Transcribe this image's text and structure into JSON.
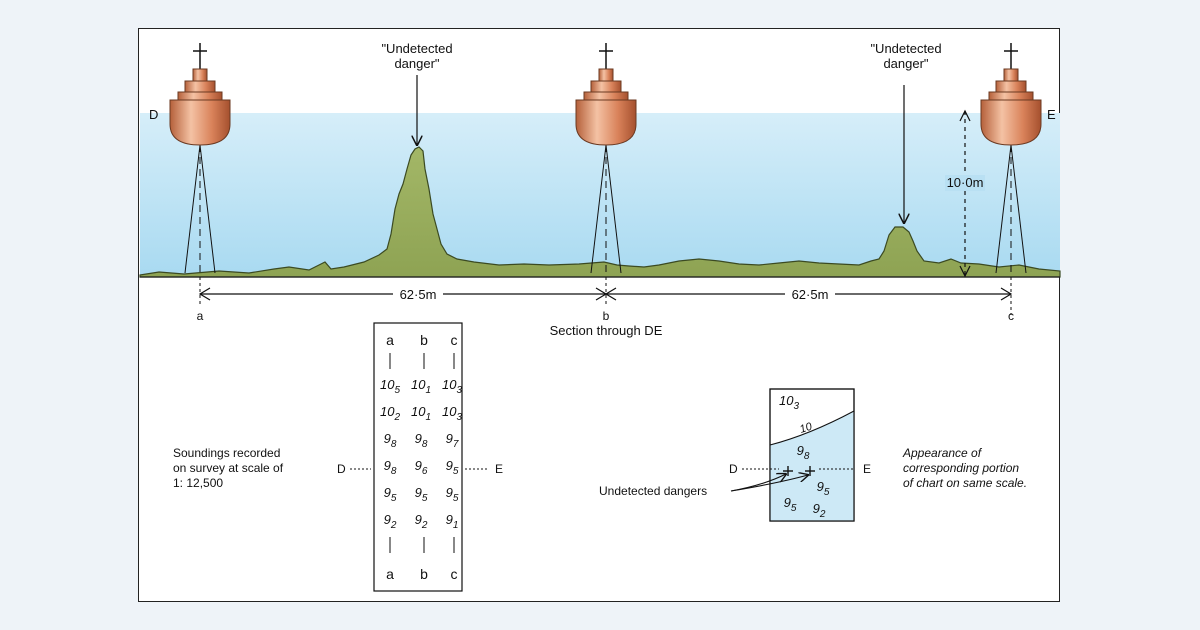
{
  "labels": {
    "point_d": "D",
    "point_e": "E",
    "danger_left": [
      "\"Undetected",
      "danger\""
    ],
    "danger_right": [
      "\"Undetected",
      "danger\""
    ],
    "depth": "10·0m",
    "distance_left": "62·5m",
    "distance_right": "62·5m",
    "foot_a": "a",
    "foot_b": "b",
    "foot_c": "c",
    "section_caption": "Section through DE"
  },
  "soundings_box": {
    "columns": [
      "a",
      "b",
      "c"
    ],
    "rows": [
      [
        [
          "10",
          "5"
        ],
        [
          "10",
          "1"
        ],
        [
          "10",
          "3"
        ]
      ],
      [
        [
          "10",
          "2"
        ],
        [
          "10",
          "1"
        ],
        [
          "10",
          "3"
        ]
      ],
      [
        [
          "9",
          "8"
        ],
        [
          "9",
          "8"
        ],
        [
          "9",
          "7"
        ]
      ],
      [
        [
          "9",
          "8"
        ],
        [
          "9",
          "6"
        ],
        [
          "9",
          "5"
        ]
      ],
      [
        [
          "9",
          "5"
        ],
        [
          "9",
          "5"
        ],
        [
          "9",
          "5"
        ]
      ],
      [
        [
          "9",
          "2"
        ],
        [
          "9",
          "2"
        ],
        [
          "9",
          "1"
        ]
      ]
    ],
    "caption": [
      "Soundings recorded",
      "on survey at scale of",
      "1: 12,500"
    ],
    "d_label": "D",
    "e_label": "E"
  },
  "chart_box": {
    "contour_label": "10",
    "soundings": [
      [
        "10",
        "3"
      ],
      [
        "9",
        "8"
      ],
      [
        "9",
        "5"
      ],
      [
        "9",
        "5"
      ],
      [
        "9",
        "2"
      ]
    ],
    "dangers_label": "Undetected dangers",
    "caption": [
      "Appearance of",
      "corresponding portion",
      "of chart on same scale."
    ],
    "d_label": "D",
    "e_label": "E"
  },
  "colors": {
    "water": "#bfe3f5",
    "seabed": "#9aae5e",
    "buoy": "#d9825a",
    "chart_fill": "#cde9f6"
  }
}
